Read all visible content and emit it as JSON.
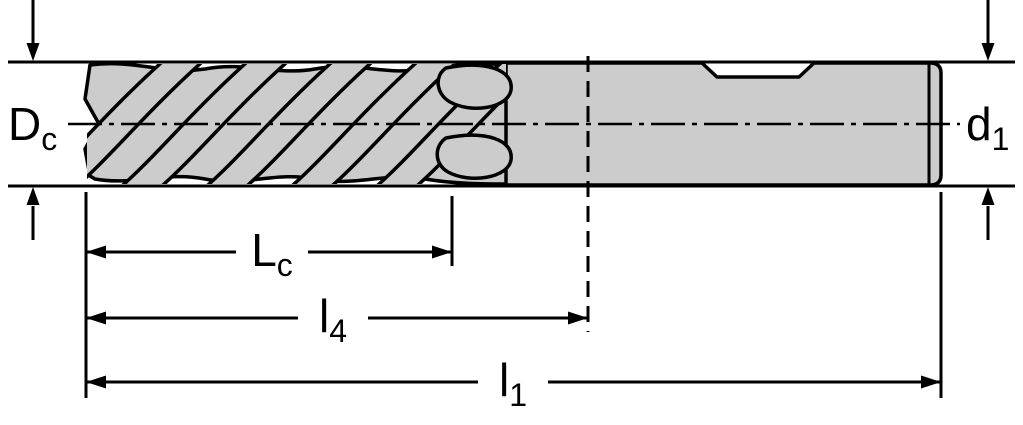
{
  "diagram": {
    "type": "technical-dimension-drawing",
    "subject": "solid-end-mill-side-view"
  },
  "labels": {
    "cutting_diameter": {
      "base": "D",
      "sub": "c"
    },
    "shank_diameter": {
      "base": "d",
      "sub": "1"
    },
    "flute_length": {
      "base": "L",
      "sub": "c"
    },
    "intermediate_length": {
      "base": "l",
      "sub": "4"
    },
    "overall_length": {
      "base": "l",
      "sub": "1"
    }
  },
  "colors": {
    "tool_fill": "#cccccc",
    "line": "#000000",
    "background": "#ffffff"
  }
}
